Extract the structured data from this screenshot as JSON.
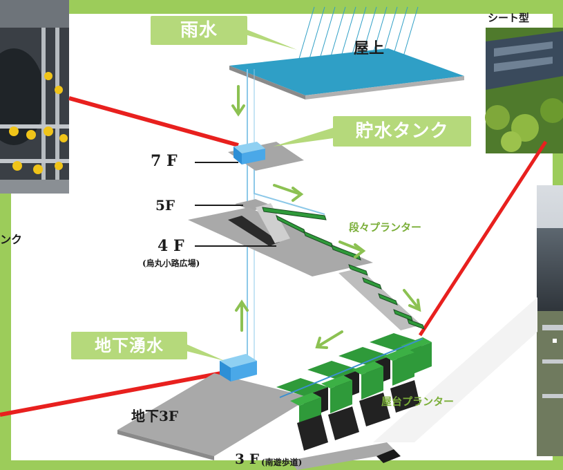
{
  "labels": {
    "rain": "雨水",
    "roof": "屋上",
    "tank": "貯水タンク",
    "groundwater": "地下湧水",
    "stepped_planter": "段々プランター",
    "terrace_planter": "屋台プランター"
  },
  "floors": {
    "f7": "7 F",
    "f5": "5F",
    "f4": "4 F",
    "f4_sub": "(烏丸小路広場)",
    "b3": "地下3F",
    "f3": "3 F",
    "f3_sub": "(南遊歩道)"
  },
  "captions": {
    "top_right": "シート型",
    "left_fragment": "ンク"
  },
  "colors": {
    "green_bar": "#9ccc5a",
    "label_bg": "#b5d97b",
    "roof_blue": "#2f9fc6",
    "planter_green": "#2f9a3a",
    "leader_red": "#e8201e",
    "arrow_green": "#8cc152",
    "slab_gray": "#9a9a9a"
  }
}
